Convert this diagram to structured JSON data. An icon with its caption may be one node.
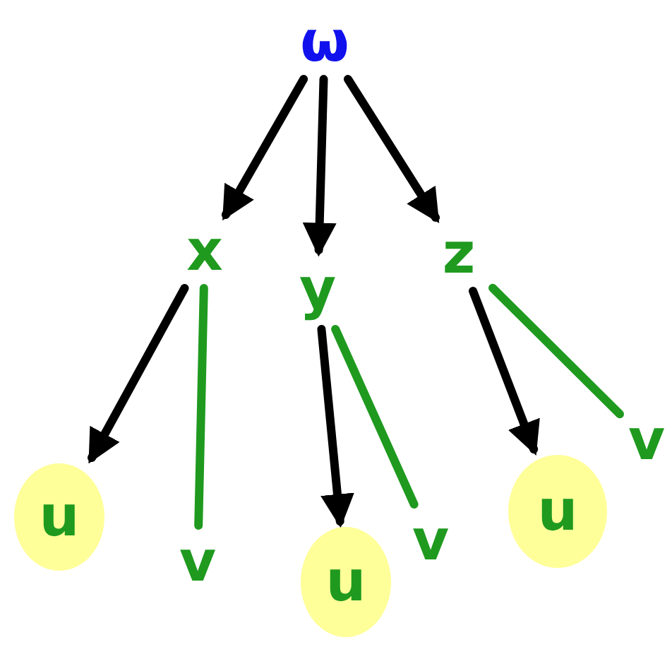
{
  "diagram": {
    "nodes": [
      {
        "text": [
          "ω"
        ]
      },
      {
        "text": [
          "x"
        ]
      },
      {
        "text": [
          "y"
        ]
      },
      {
        "text": [
          "z"
        ]
      },
      {
        "text": [
          "u"
        ]
      },
      {
        "text": [
          "v"
        ]
      },
      {
        "text": [
          "u"
        ]
      },
      {
        "text": [
          "v"
        ]
      },
      {
        "text": [
          "u"
        ]
      },
      {
        "text": [
          "v"
        ]
      }
    ],
    "edges": [
      {
        "from": 0,
        "to": 1,
        "arrow": "to"
      },
      {
        "from": 0,
        "to": 2,
        "arrow": "to"
      },
      {
        "from": 0,
        "to": 3,
        "arrow": "to"
      },
      {
        "from": 1,
        "to": 4,
        "arrow": "to"
      },
      {
        "from": 1,
        "to": 5,
        "arrow": "none",
        "color": "#1f9a1f"
      },
      {
        "from": 2,
        "to": 6,
        "arrow": "to"
      },
      {
        "from": 2,
        "to": 7,
        "arrow": "none",
        "color": "#1f9a1f"
      },
      {
        "from": 3,
        "to": 8,
        "arrow": "to"
      },
      {
        "from": 3,
        "to": 9,
        "arrow": "none",
        "color": "#1f9a1f"
      }
    ]
  }
}
